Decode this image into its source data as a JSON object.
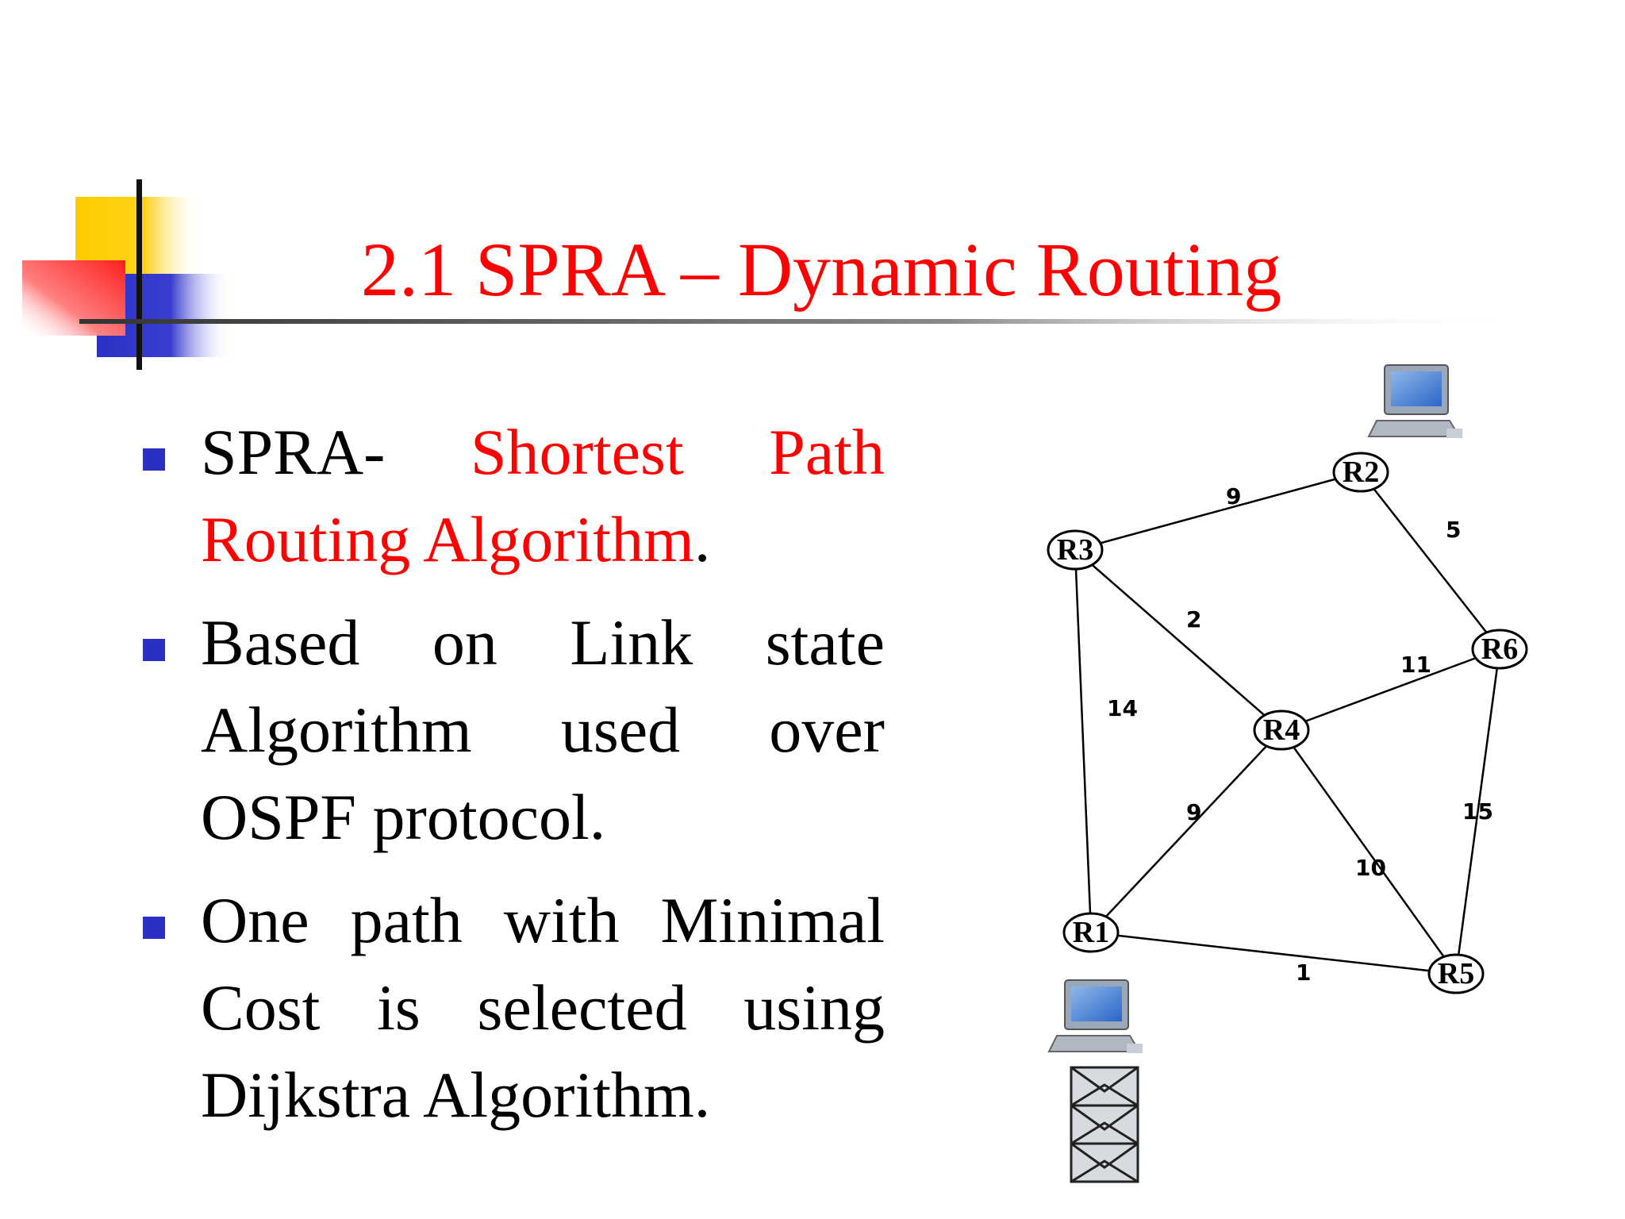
{
  "slide": {
    "title": "2.1 SPRA – Dynamic Routing",
    "bullets": [
      {
        "normal_a": "SPRA-",
        "highlight": "Shortest Path Routing Algorithm",
        "normal_b": "."
      },
      {
        "text": "Based on Link state Algorithm used over OSPF protocol."
      },
      {
        "text": "One path with Minimal Cost is selected using Dijkstra Algorithm."
      }
    ]
  },
  "diagram": {
    "nodes": [
      {
        "id": "R1",
        "label": "R1"
      },
      {
        "id": "R2",
        "label": "R2"
      },
      {
        "id": "R3",
        "label": "R3"
      },
      {
        "id": "R4",
        "label": "R4"
      },
      {
        "id": "R5",
        "label": "R5"
      },
      {
        "id": "R6",
        "label": "R6"
      }
    ],
    "edges": [
      {
        "from": "R3",
        "to": "R2",
        "cost": "9"
      },
      {
        "from": "R2",
        "to": "R6",
        "cost": "5"
      },
      {
        "from": "R3",
        "to": "R4",
        "cost": "2"
      },
      {
        "from": "R4",
        "to": "R6",
        "cost": "11"
      },
      {
        "from": "R3",
        "to": "R1",
        "cost": "14"
      },
      {
        "from": "R1",
        "to": "R4",
        "cost": "9"
      },
      {
        "from": "R4",
        "to": "R5",
        "cost": "10"
      },
      {
        "from": "R6",
        "to": "R5",
        "cost": "15"
      },
      {
        "from": "R1",
        "to": "R5",
        "cost": "1"
      }
    ],
    "icons": [
      "computer-icon",
      "computer-icon",
      "envelope-stack-icon"
    ]
  },
  "colors": {
    "title": "#ff0000",
    "highlight": "#ff0000",
    "bullet_square": "#2b2fc4",
    "deco_yellow": "#ffcc00",
    "deco_red": "#ff3333",
    "deco_blue": "#2b2fc4"
  }
}
